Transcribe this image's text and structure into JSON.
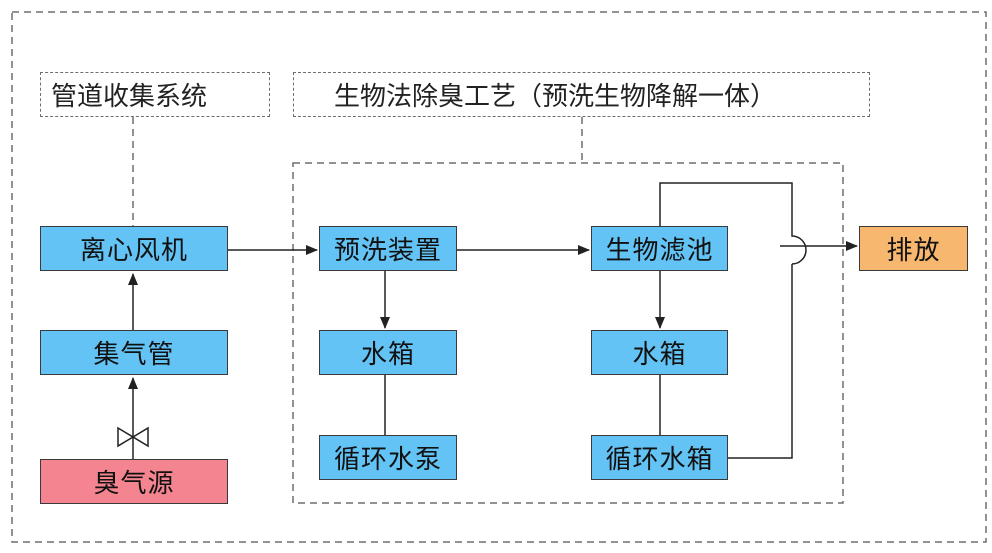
{
  "labels": {
    "pipeline_system": "管道收集系统",
    "bio_process": "生物法除臭工艺（预洗生物降解一体）"
  },
  "nodes": {
    "odor_source": "臭气源",
    "gas_manifold": "集气管",
    "centrifugal_fan": "离心风机",
    "prewash_unit": "预洗装置",
    "water_tank_1": "水箱",
    "circulation_pump": "循环水泵",
    "bio_filter": "生物滤池",
    "water_tank_2": "水箱",
    "circulation_tank": "循环水箱",
    "discharge": "排放"
  },
  "colors": {
    "process_box": "#63c3f5",
    "source_box": "#f4848f",
    "discharge_box": "#f7b76f",
    "line": "#333333",
    "dashed_border": "#6e6e6e"
  },
  "icons": {
    "valve": "valve-icon"
  }
}
